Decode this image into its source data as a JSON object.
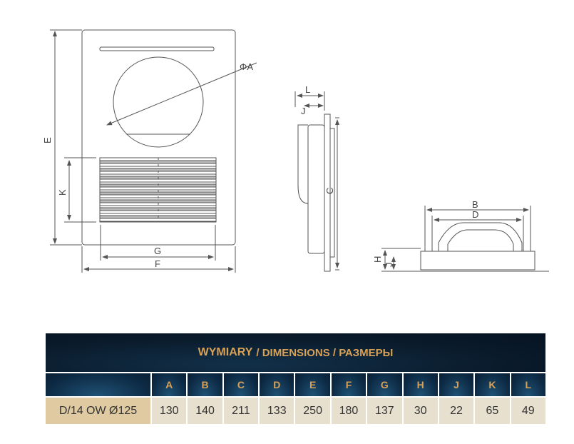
{
  "diagram": {
    "front_labels": {
      "diameter": "ΦA",
      "height": "E",
      "louver_height": "K",
      "louver_width": "G",
      "width": "F"
    },
    "side_labels": {
      "depth": "L",
      "flange": "J",
      "height": "C"
    },
    "bottom_labels": {
      "outer": "B",
      "inner": "D",
      "height": "H",
      "flange": "J"
    }
  },
  "table": {
    "title_main": "WYMIARY",
    "title_rest": "/ DIMENSIONS / РАЗМЕРЫ",
    "columns": [
      "A",
      "B",
      "C",
      "D",
      "E",
      "F",
      "G",
      "H",
      "J",
      "K",
      "L"
    ],
    "rows": [
      {
        "model": "D/14 OW Ø125",
        "values": [
          "130",
          "140",
          "211",
          "133",
          "250",
          "180",
          "137",
          "30",
          "22",
          "65",
          "49"
        ]
      }
    ]
  },
  "colors": {
    "header_bg": "#0a1b2c",
    "header_text": "#d8a156",
    "data_bg": "#e8e0cf",
    "model_bg": "#dfcaa2"
  }
}
